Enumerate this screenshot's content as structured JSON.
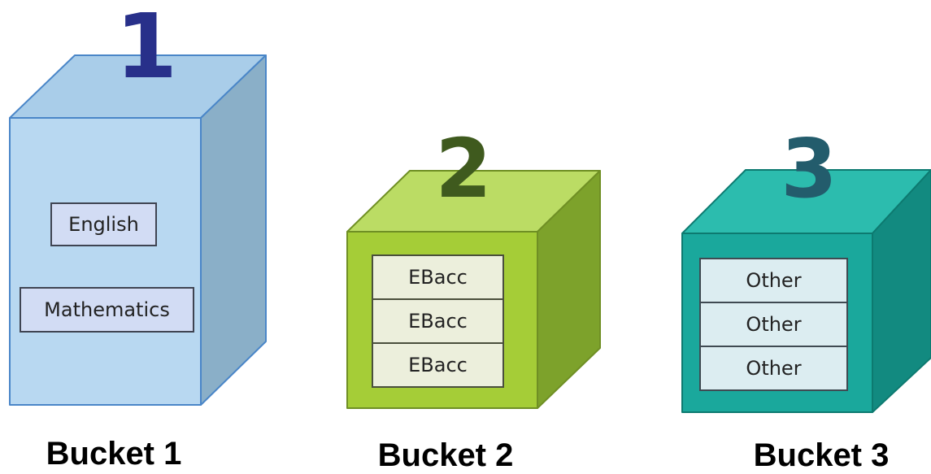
{
  "buckets": [
    {
      "number": "1",
      "caption": "Bucket 1",
      "items": [
        "English",
        "Mathematics"
      ],
      "colors": {
        "front": "#b8d8f1",
        "top": "#a9cde9",
        "side": "#8aafc8",
        "edge": "#4a86c8",
        "number": "#28308a"
      }
    },
    {
      "number": "2",
      "caption": "Bucket 2",
      "items": [
        "EBacc",
        "EBacc",
        "EBacc"
      ],
      "colors": {
        "front": "#a5cd37",
        "top": "#bbdc64",
        "side": "#7da22b",
        "edge": "#6f8f24",
        "number": "#3f5a1e"
      }
    },
    {
      "number": "3",
      "caption": "Bucket 3",
      "items": [
        "Other",
        "Other",
        "Other"
      ],
      "colors": {
        "front": "#1aa89c",
        "top": "#2cbcae",
        "side": "#128a80",
        "edge": "#0d7a70",
        "number": "#235c6c"
      }
    }
  ]
}
